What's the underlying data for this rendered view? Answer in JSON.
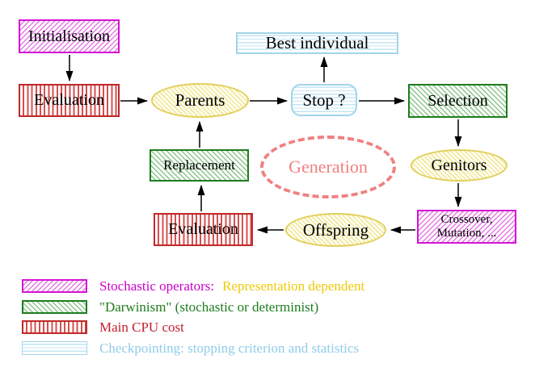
{
  "diagram": {
    "nodes": {
      "initialisation": "Initialisation",
      "evaluation_top": "Evaluation",
      "best_individual": "Best individual",
      "parents": "Parents",
      "stop": "Stop ?",
      "selection": "Selection",
      "replacement": "Replacement",
      "generation": "Generation",
      "genitors": "Genitors",
      "offspring": "Offspring",
      "evaluation_bottom": "Evaluation",
      "crossover_line1": "Crossover,",
      "crossover_line2": "Mutation, ..."
    }
  },
  "legend": {
    "rows": [
      {
        "key": "stochastic-operators",
        "label": "Stochastic operators:",
        "note": "Representation dependent"
      },
      {
        "key": "darwinism",
        "label": "\"Darwinism\" (stochastic or determinist)"
      },
      {
        "key": "main-cpu-cost",
        "label": "Main CPU cost"
      },
      {
        "key": "checkpointing",
        "label": "Checkpointing: stopping criterion and statistics"
      }
    ]
  },
  "colors": {
    "stochastic_magenta": "#cc00cc",
    "representation_yellow": "#efc908",
    "darwinism_green": "#1e7c1e",
    "cpu_red": "#c22030",
    "checkpointing_blue": "#90cbe9",
    "generation_coral": "#f08080",
    "yellow_node_border": "#e3cf5a",
    "arrow": "#000000"
  }
}
